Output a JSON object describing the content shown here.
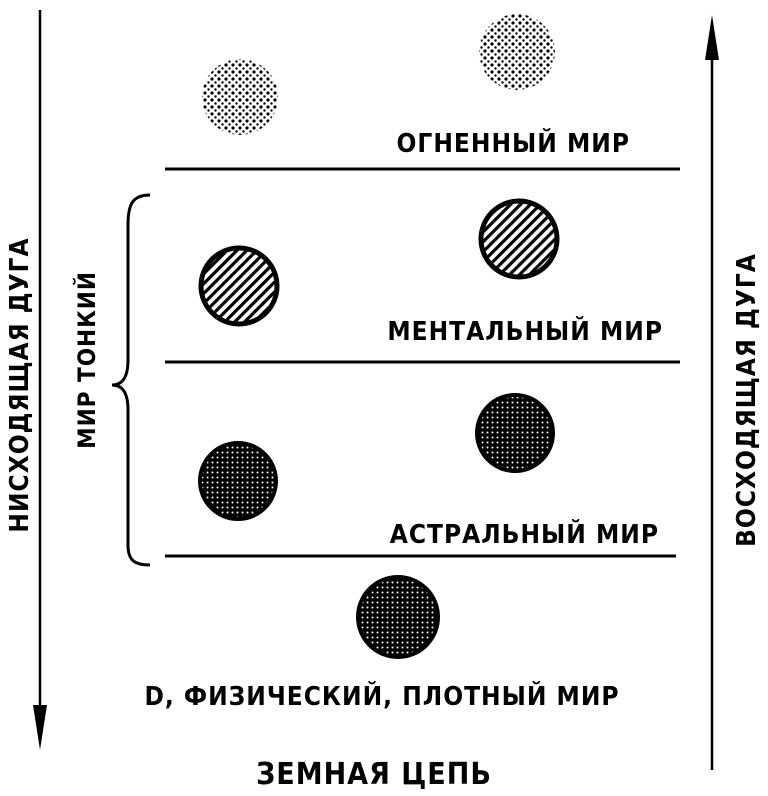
{
  "labels": {
    "fiery_world": "ОГНЕННЫЙ МИР",
    "mental_world": "МЕНТАЛЬНЫЙ МИР",
    "astral_world": "АСТРАЛЬНЫЙ МИР",
    "physical_world": "D, ФИЗИЧЕСКИЙ, ПЛОТНЫЙ МИР",
    "subtle_world": "МИР ТОНКИЙ",
    "descending_arc": "НИСХОДЯЩАЯ ДУГА",
    "ascending_arc": "ВОСХОДЯЩАЯ ДУГА",
    "earth_chain": "ЗЕМНАЯ ЦЕПЬ"
  },
  "globes": [
    {
      "plane": "fiery",
      "side": "left",
      "pattern": "dotted"
    },
    {
      "plane": "fiery",
      "side": "right",
      "pattern": "dotted"
    },
    {
      "plane": "mental",
      "side": "left",
      "pattern": "hatched"
    },
    {
      "plane": "mental",
      "side": "right",
      "pattern": "hatched"
    },
    {
      "plane": "astral",
      "side": "left",
      "pattern": "crosshatched"
    },
    {
      "plane": "astral",
      "side": "right",
      "pattern": "crosshatched"
    },
    {
      "plane": "physical",
      "side": "center",
      "pattern": "crosshatched",
      "letter": "D"
    }
  ],
  "colors": {
    "ink": "#000000",
    "paper": "#ffffff"
  }
}
